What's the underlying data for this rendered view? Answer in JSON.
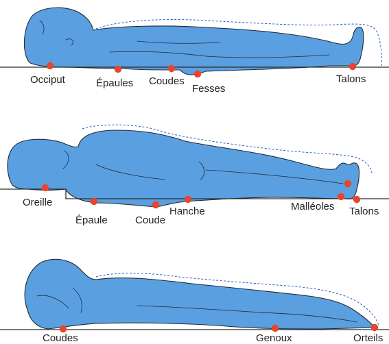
{
  "colors": {
    "body": "#5a9fe0",
    "point": "#e8452a",
    "outline": "#1f5fc4",
    "surface": "#2a2a2a"
  },
  "figures": [
    {
      "posture": "supine",
      "labels": [
        "Occiput",
        "Épaules",
        "Coudes",
        "Fesses",
        "Talons"
      ]
    },
    {
      "posture": "lateral",
      "labels": [
        "Oreille",
        "Épaule",
        "Coude",
        "Hanche",
        "Malléoles",
        "Talons"
      ]
    },
    {
      "posture": "prone",
      "labels": [
        "Coudes",
        "Genoux",
        "Orteils"
      ]
    }
  ]
}
